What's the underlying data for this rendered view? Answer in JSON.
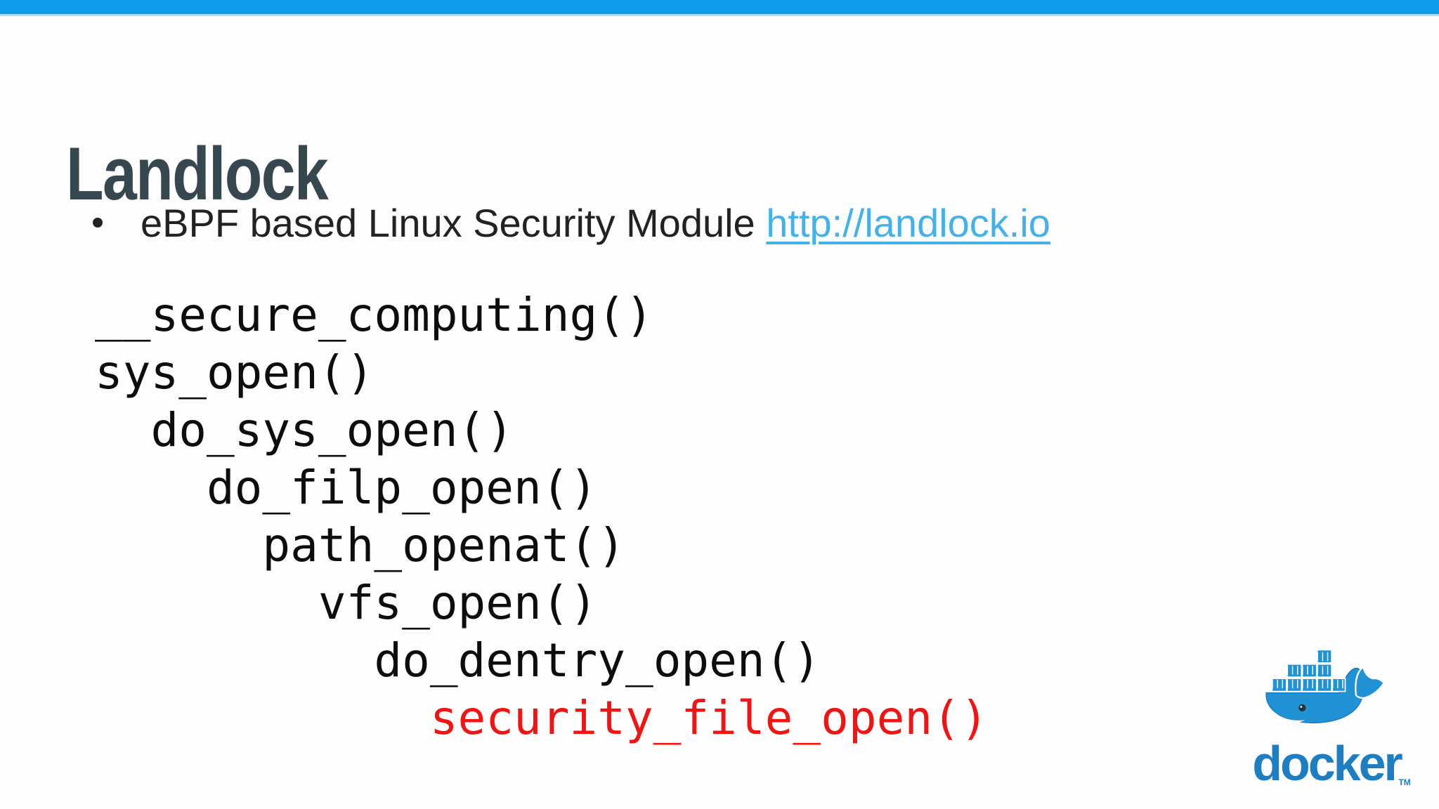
{
  "slide": {
    "title": "Landlock",
    "bullet": {
      "text": "eBPF based Linux Security Module",
      "link": "http://landlock.io"
    },
    "code_lines": [
      {
        "text": "__secure_computing()",
        "indent": 0,
        "highlight": false
      },
      {
        "text": "sys_open()",
        "indent": 0,
        "highlight": false
      },
      {
        "text": "do_sys_open()",
        "indent": 2,
        "highlight": false
      },
      {
        "text": "do_filp_open()",
        "indent": 4,
        "highlight": false
      },
      {
        "text": "path_openat()",
        "indent": 6,
        "highlight": false
      },
      {
        "text": "vfs_open()",
        "indent": 8,
        "highlight": false
      },
      {
        "text": "do_dentry_open()",
        "indent": 10,
        "highlight": false
      },
      {
        "text": "security_file_open()",
        "indent": 12,
        "highlight": true
      }
    ],
    "logo": {
      "wordmark": "docker",
      "tm": "TM"
    }
  },
  "colors": {
    "top_bar": "#0f9be9",
    "bar_strip": "#b5ddf4",
    "title": "#37474f",
    "body_text": "#222222",
    "link": "#46b1e6",
    "code": "#0d0d0d",
    "code_highlight": "#ee1515",
    "whale_blue": "#2193d5",
    "whale_outline": "#1a7cbd",
    "wordmark_blue": "#1d7ec2",
    "eye_dark": "#263238"
  }
}
